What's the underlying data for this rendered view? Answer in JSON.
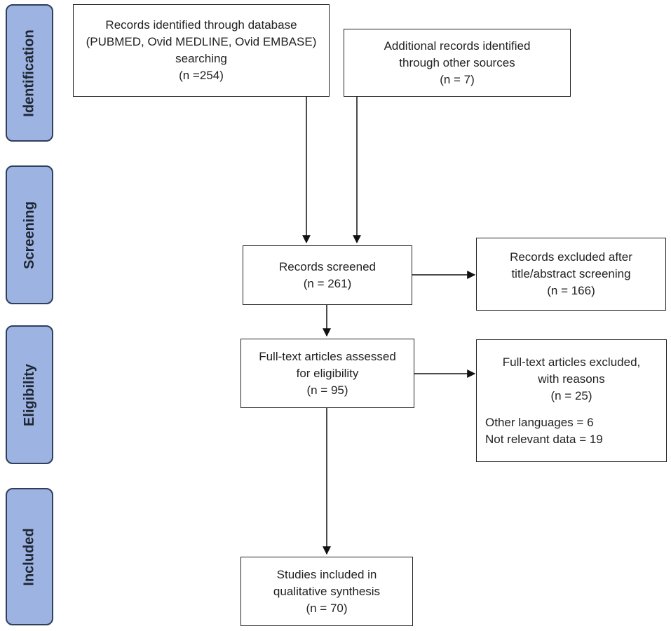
{
  "stages": [
    {
      "id": "identification",
      "label": "Identification"
    },
    {
      "id": "screening",
      "label": "Screening"
    },
    {
      "id": "eligibility",
      "label": "Eligibility"
    },
    {
      "id": "included",
      "label": "Included"
    }
  ],
  "boxes": {
    "database": {
      "lines": [
        "Records identified through database",
        "(PUBMED, Ovid MEDLINE, Ovid EMBASE)",
        "searching",
        "(n =254)"
      ]
    },
    "other_sources": {
      "lines": [
        "Additional records identified",
        "through other sources",
        "(n = 7)"
      ]
    },
    "screened": {
      "lines": [
        "Records screened",
        "(n = 261)"
      ]
    },
    "excluded_title": {
      "lines": [
        "Records excluded after",
        "title/abstract screening",
        "(n = 166)"
      ]
    },
    "fulltext": {
      "lines": [
        "Full-text articles assessed",
        "for eligibility",
        "(n = 95)"
      ]
    },
    "fulltext_excluded": {
      "lines": [
        "Full-text articles excluded,",
        "with reasons",
        "(n = 25)"
      ],
      "reasons": [
        "Other languages = 6",
        "Not relevant data = 19"
      ]
    },
    "included": {
      "lines": [
        "Studies included in",
        "qualitative synthesis",
        "(n = 70)"
      ]
    }
  }
}
